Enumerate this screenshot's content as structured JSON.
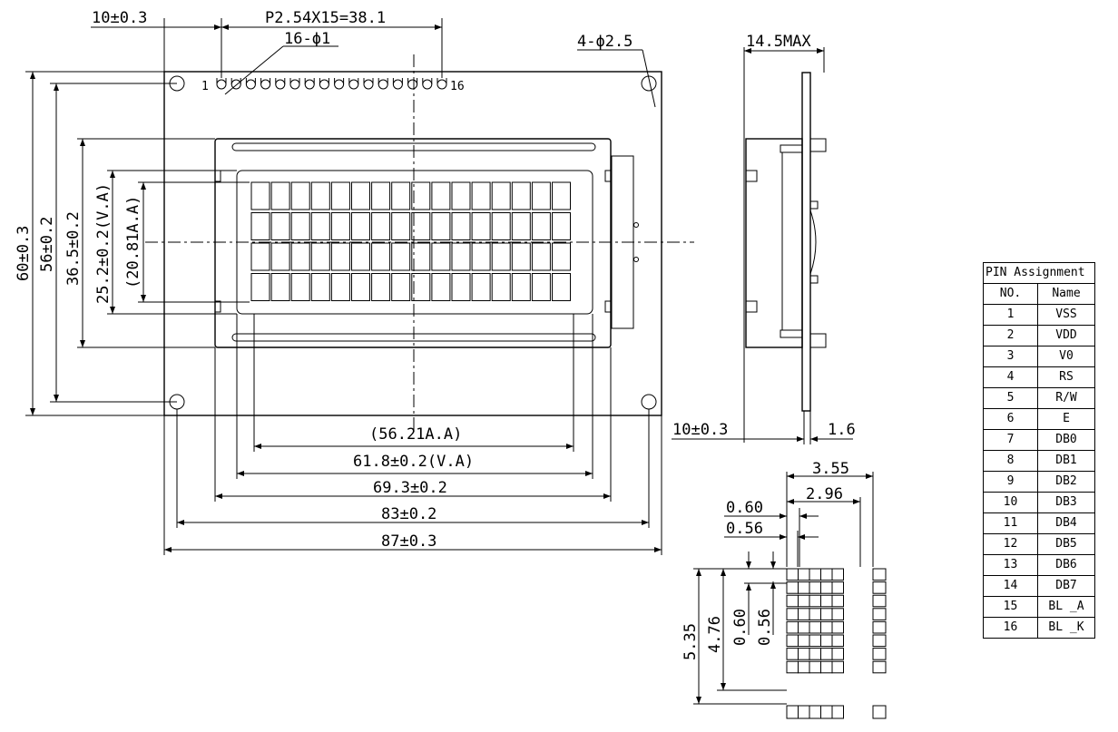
{
  "dimensions": {
    "top_offset": "10±0.3",
    "pitch": "P2.54X15=38.1",
    "pin_holes": "16-ϕ1",
    "mount_holes": "4-ϕ2.5",
    "pin_first": "1",
    "pin_last": "16",
    "height_pcb": "60±0.3",
    "height_holes": "56±0.2",
    "height_bezel": "36.5±0.2",
    "height_va": "25.2±0.2(V.A)",
    "height_aa": "(20.81A.A)",
    "width_aa": "(56.21A.A)",
    "width_va": "61.8±0.2(V.A)",
    "width_bezel": "69.3±0.2",
    "width_holes": "83±0.2",
    "width_pcb": "87±0.3",
    "side_max": "14.5MAX",
    "side_offset": "10±0.3",
    "side_pcb": "1.6",
    "char_w_total": "3.55",
    "char_w": "2.96",
    "dot_w_pitch": "0.60",
    "dot_w": "0.56",
    "char_h_total": "5.35",
    "char_h": "4.76",
    "dot_h_pitch": "0.60",
    "dot_h": "0.56"
  },
  "pin_table": {
    "title": "PIN Assignment",
    "col_no": "NO.",
    "col_name": "Name",
    "rows": [
      {
        "no": "1",
        "name": "VSS"
      },
      {
        "no": "2",
        "name": "VDD"
      },
      {
        "no": "3",
        "name": "V0"
      },
      {
        "no": "4",
        "name": "RS"
      },
      {
        "no": "5",
        "name": "R/W"
      },
      {
        "no": "6",
        "name": "E"
      },
      {
        "no": "7",
        "name": "DB0"
      },
      {
        "no": "8",
        "name": "DB1"
      },
      {
        "no": "9",
        "name": "DB2"
      },
      {
        "no": "10",
        "name": "DB3"
      },
      {
        "no": "11",
        "name": "DB4"
      },
      {
        "no": "12",
        "name": "DB5"
      },
      {
        "no": "13",
        "name": "DB6"
      },
      {
        "no": "14",
        "name": "DB7"
      },
      {
        "no": "15",
        "name": "BL _A"
      },
      {
        "no": "16",
        "name": "BL _K"
      }
    ]
  },
  "display": {
    "char_columns": 16,
    "char_rows": 4
  }
}
